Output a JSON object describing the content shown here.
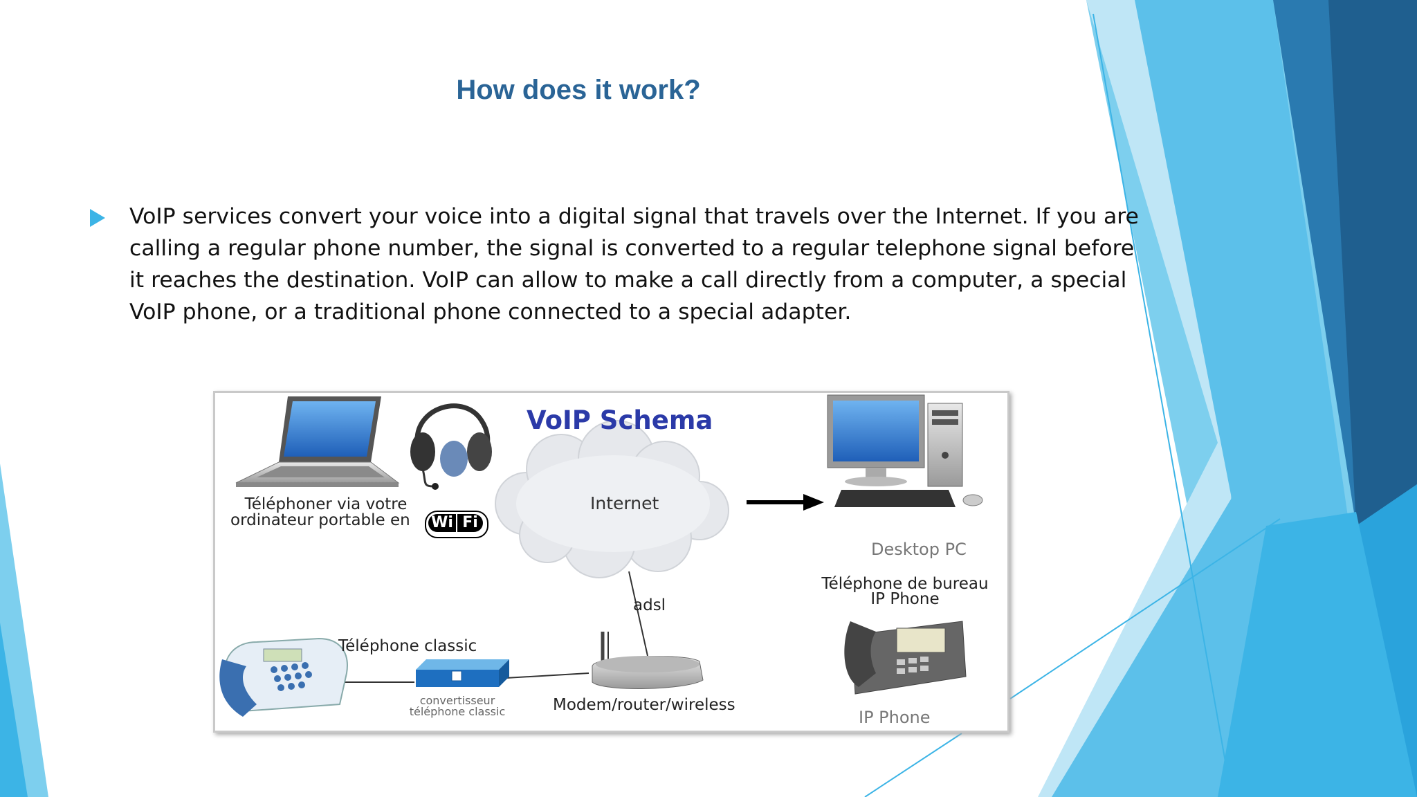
{
  "slide": {
    "title": "How does it work?",
    "bullet_text": "VoIP services convert your voice into a digital signal that travels over the Internet. If you are calling a regular phone number, the signal is converted to a regular telephone signal before it reaches the destination. VoIP can allow to make a call directly from a computer, a special VoIP phone, or a traditional phone connected to a special adapter.",
    "bullet_color": "#3cb4e6",
    "title_color": "#2a6496"
  },
  "diagram": {
    "title": "VoIP Schema",
    "laptop_label_line1": "Téléphoner via votre",
    "laptop_label_line2": "ordinateur portable  en",
    "wifi_left": "Wi",
    "wifi_right": "Fi",
    "cloud_label": "Internet",
    "desktop_label": "Desktop PC",
    "office_phone_line1": "Téléphone de bureau",
    "office_phone_line2": "IP Phone",
    "adsl_label": "adsl",
    "classic_phone_label": "Téléphone classic",
    "adapter_line1": "convertisseur",
    "adapter_line2": "téléphone classic",
    "modem_label": "Modem/router/wireless",
    "ip_phone_label": "IP Phone",
    "nodes": [
      "laptop-icon",
      "headset-icon",
      "internet-cloud",
      "desktop-pc-icon",
      "ip-phone-icon",
      "classic-phone-icon",
      "adapter-box-icon",
      "modem-router-icon"
    ]
  },
  "theme": {
    "deco_colors": [
      "#7dcfee",
      "#3cb4e6",
      "#2a7ab0",
      "#1f5f8f",
      "#bfe6f6"
    ]
  }
}
